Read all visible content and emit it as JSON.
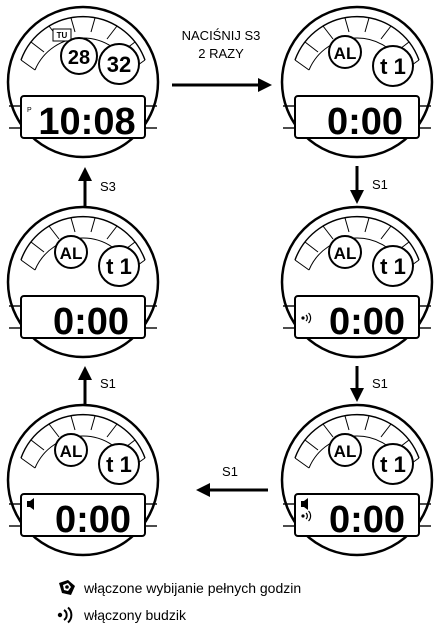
{
  "instruction": {
    "line1": "NACIŚNIJ S3",
    "line2": "2 RAZY"
  },
  "arrows": {
    "s1_a": "S1",
    "s1_b": "S1",
    "s1_c": "S1",
    "s1_d": "S1",
    "s3": "S3"
  },
  "watch1": {
    "day": "TU",
    "date_left": "28",
    "date_right": "32",
    "pm": "P",
    "time": "10:08"
  },
  "watch2": {
    "mode": "AL",
    "index": "t 1",
    "time": "0:00"
  },
  "watch3": {
    "mode": "AL",
    "index": "t 1",
    "time": "0:00"
  },
  "watch4": {
    "mode": "AL",
    "index": "t 1",
    "time": "0:00"
  },
  "watch5": {
    "mode": "AL",
    "index": "t 1",
    "time": "0:00"
  },
  "watch6": {
    "mode": "AL",
    "index": "t 1",
    "time": "0:00"
  },
  "legend": [
    {
      "icon": "chime-icon",
      "text": "włączone wybijanie pełnych godzin"
    },
    {
      "icon": "alarm-signal-icon",
      "text": "włączony budzik"
    }
  ]
}
